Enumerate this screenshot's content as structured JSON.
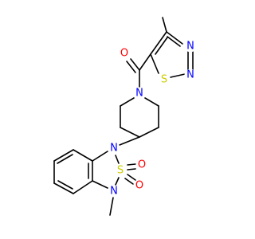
{
  "molecule": {
    "atoms": {
      "carbonyl_oxygen": {
        "label": "O"
      },
      "thiadiazole_sulfur": {
        "label": "S"
      },
      "thiadiazole_n_upper": {
        "label": "N"
      },
      "thiadiazole_n_lower": {
        "label": "N"
      },
      "piperidine_nitrogen": {
        "label": "N"
      },
      "benzothiadiazole_n1": {
        "label": "N"
      },
      "sulfonyl_sulfur": {
        "label": "S"
      },
      "sulfonyl_oxygen_upper": {
        "label": "O"
      },
      "sulfonyl_oxygen_lower": {
        "label": "O"
      },
      "benzothiadiazole_n3": {
        "label": "N"
      }
    }
  },
  "colors": {
    "bond": "#000000",
    "oxygen": "#ff0000",
    "nitrogen": "#0000ff",
    "sulfur": "#cccc00",
    "background": "#ffffff"
  }
}
